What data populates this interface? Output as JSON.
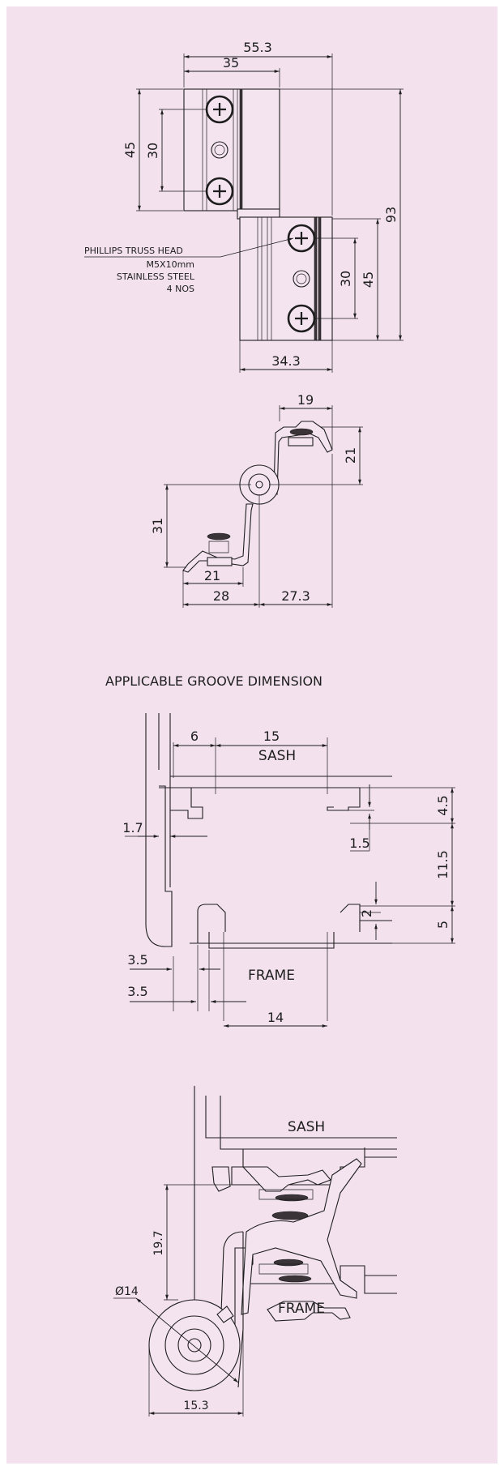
{
  "colors": {
    "background": "#f3e2ee",
    "line": "#1e1e1e",
    "screw_dark": "#3a3338"
  },
  "top_view": {
    "dims": {
      "overall_width": "55.3",
      "leaf_width": "35",
      "leaf_height": "45",
      "hole_spacing": "30",
      "total_height": "93",
      "lower_hole_spacing": "30",
      "lower_leaf_height": "45",
      "lower_width": "34.3"
    },
    "callout": [
      "PHILLIPS TRUSS HEAD",
      "M5X10mm",
      "STAINLESS STEEL",
      "4 NOS"
    ]
  },
  "side_view": {
    "dims": {
      "top_width": "19",
      "top_height": "21",
      "left_height": "31",
      "bottom_width": "21",
      "left_span": "28",
      "right_span": "27.3"
    }
  },
  "groove": {
    "title": "APPLICABLE GROOVE DIMENSION",
    "labels": {
      "sash": "SASH",
      "frame": "FRAME"
    },
    "dims": {
      "d6": "6",
      "d15": "15",
      "d4_5": "4.5",
      "d1_7": "1.7",
      "d1_5": "1.5",
      "d11_5": "11.5",
      "d2": "2",
      "d5": "5",
      "d3_5a": "3.5",
      "d3_5b": "3.5",
      "d14": "14"
    }
  },
  "section": {
    "labels": {
      "sash": "SASH",
      "frame": "FRAME"
    },
    "dims": {
      "height": "19.7",
      "diameter": "Ø14",
      "width": "15.3"
    }
  }
}
